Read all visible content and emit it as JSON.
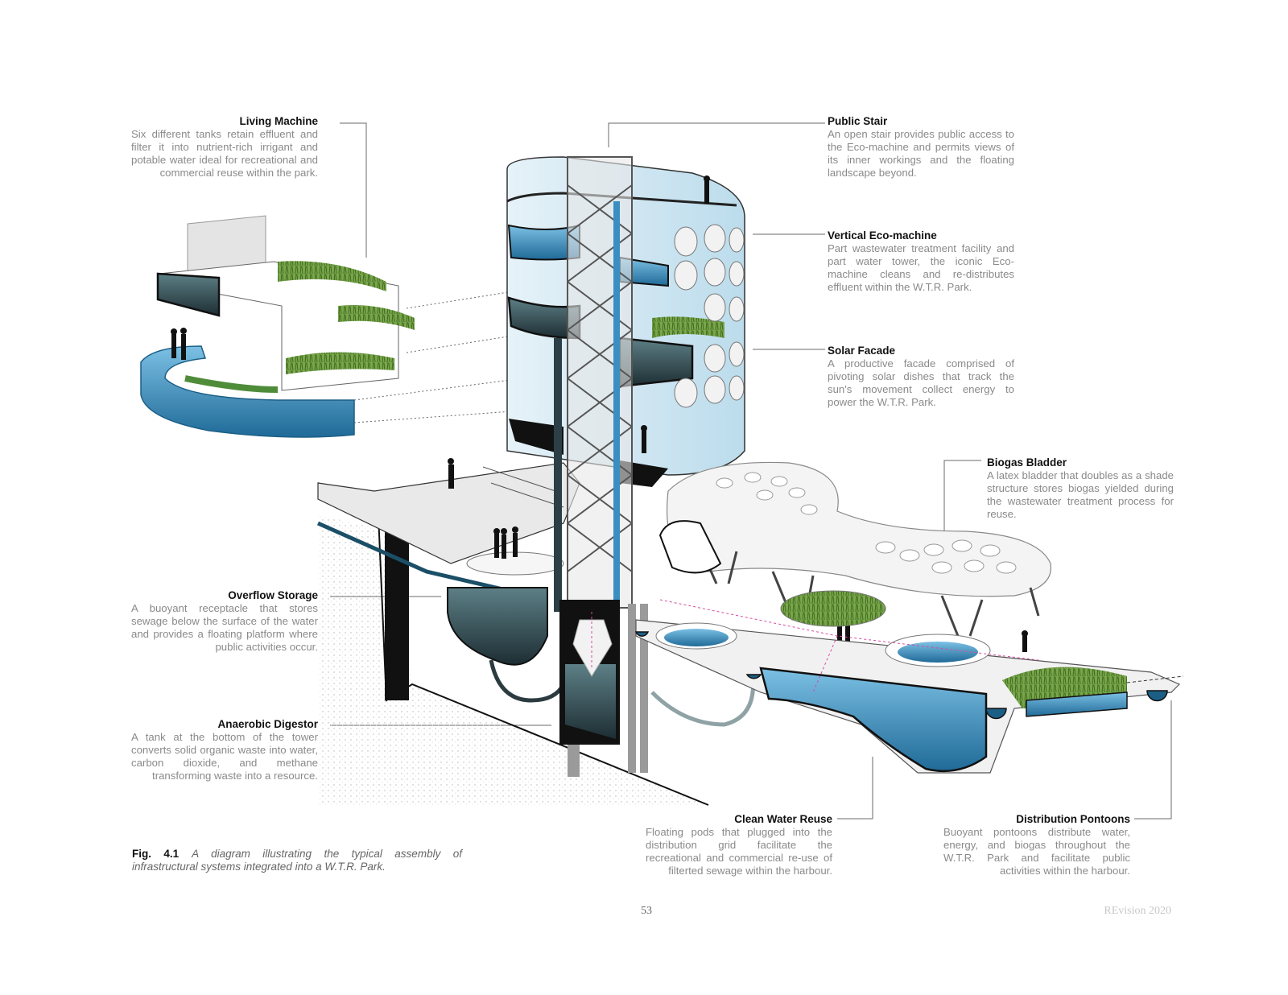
{
  "labels": {
    "living_machine": {
      "title": "Living Machine",
      "body": "Six different tanks retain effluent and filter it into nutrient-rich irrigant and potable water ideal for recreational and commercial reuse within the park."
    },
    "public_stair": {
      "title": "Public Stair",
      "body": "An open stair provides public access to the Eco-machine and permits views of its inner workings and the floating landscape beyond."
    },
    "vertical_eco_machine": {
      "title": "Vertical Eco-machine",
      "body": "Part wastewater treatment facility and part water tower, the iconic Eco-machine cleans and re-distributes effluent within the W.T.R. Park."
    },
    "solar_facade": {
      "title": "Solar Facade",
      "body": "A productive facade comprised of pivoting solar dishes that track the sun's movement collect energy to power the W.T.R. Park."
    },
    "biogas_bladder": {
      "title": "Biogas Bladder",
      "body": "A latex bladder that doubles as a shade structure stores biogas yielded during the wastewater treatment process for reuse."
    },
    "overflow_storage": {
      "title": "Overflow Storage",
      "body": "A buoyant receptacle that stores sewage below the surface of the water and provides a floating platform where public activities occur."
    },
    "anaerobic_digestor": {
      "title": "Anaerobic Digestor",
      "body": "A tank at the bottom of the tower converts solid organic waste into water, carbon dioxide, and methane transforming waste into a resource."
    },
    "clean_water_reuse": {
      "title": "Clean Water Reuse",
      "body": "Floating pods that plugged into the distribution grid facilitate the recreational and commercial re-use of filterted sewage within the harbour."
    },
    "distribution_pontoons": {
      "title": "Distribution Pontoons",
      "body": "Buoyant pontoons distribute water, energy, and biogas throughout the W.T.R. Park and facilitate public activities within the harbour."
    }
  },
  "caption": {
    "fig": "Fig. 4.1",
    "text": "A diagram illustrating the typical assembly of infrastructural systems integrated into a W.T.R. Park."
  },
  "page_number": "53",
  "footer": "REvision 2020",
  "colors": {
    "water": "#3a8fc4",
    "water_dark": "#1e5f86",
    "grass": "#5f8f3a",
    "structure": "#222222",
    "leader": "#666666"
  }
}
